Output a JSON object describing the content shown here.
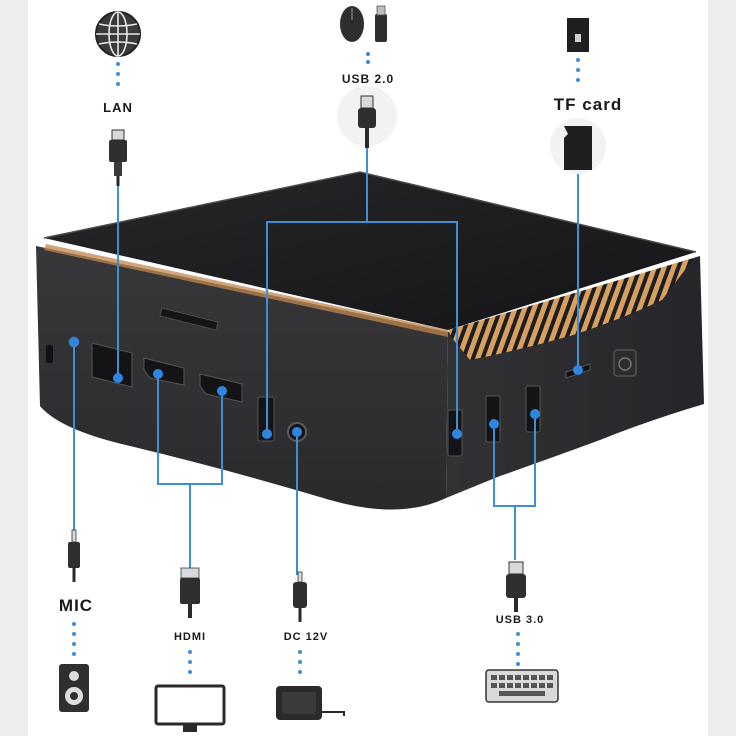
{
  "colors": {
    "background": "#ffffff",
    "side_panel": "#ededed",
    "device_body": "#2b2b2d",
    "device_top": "#1f1f21",
    "vent_orange": "#d8a060",
    "connector_line": "#3f8fd6",
    "port_dot": "#2f86e0"
  },
  "labels": {
    "lan": "LAN",
    "usb2": "USB 2.0",
    "tf_card": "TF card",
    "mic": "MIC",
    "hdmi": "HDMI",
    "dc": "DC 12V",
    "usb3": "USB 3.0"
  },
  "icons": {
    "lan": "globe-icon",
    "usb2_top": "mouse-and-usb-stick-icon",
    "usb2_plug": "usb-plug-icon",
    "tf": "sd-card-icon",
    "lan_plug": "ethernet-plug-icon",
    "mic_plug": "audio-jack-icon",
    "speaker": "speaker-icon",
    "hdmi_plug": "hdmi-plug-icon",
    "monitor": "monitor-icon",
    "dc_plug": "dc-plug-icon",
    "adapter": "power-adapter-icon",
    "usb3_plug": "usb3-plug-icon",
    "keyboard": "keyboard-icon"
  }
}
